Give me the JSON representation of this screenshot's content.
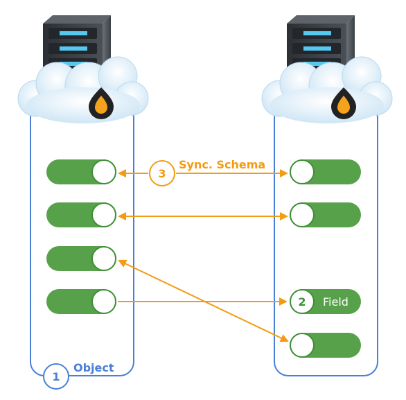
{
  "labels": {
    "object": "Object",
    "field": "Field",
    "sync_schema": "Sync. Schema"
  },
  "badges": {
    "object_step": "1",
    "field_step": "2",
    "sync_step": "3"
  },
  "colors": {
    "container_blue": "#4a7fd6",
    "toggle_green": "#57a14a",
    "toggle_knob_border": "#3f8f35",
    "arrow_orange": "#f39c12",
    "cloud_fill": "#e6f3fb",
    "server_dark": "#3a3f44",
    "drive_led": "#56c8f0",
    "flame_orange": "#f5a21c"
  },
  "icons": [
    "server-icon",
    "cloud-icon",
    "flame-logo-icon",
    "toggle-icon",
    "arrow-icon"
  ]
}
